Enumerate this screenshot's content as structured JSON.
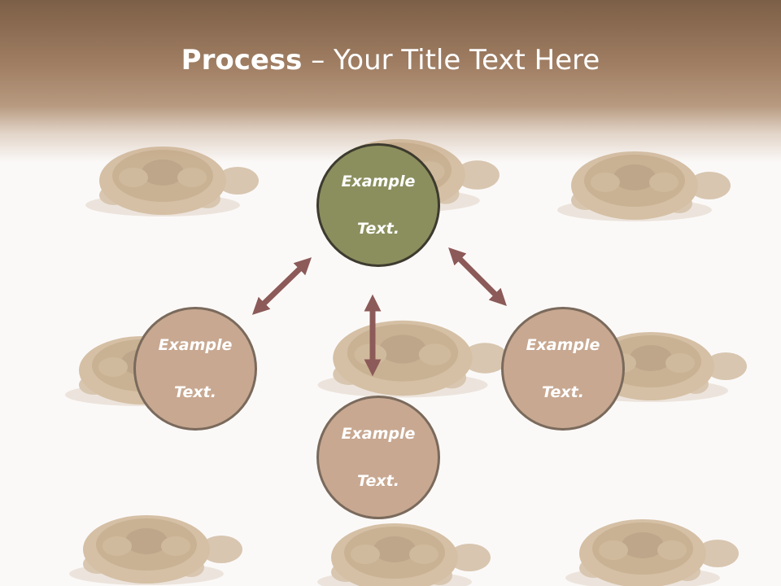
{
  "title": {
    "bold": "Process",
    "separator": " – ",
    "rest": "Your Title Text Here"
  },
  "nodes": {
    "center": {
      "line1": "Example",
      "line2": "Text."
    },
    "left": {
      "line1": "Example",
      "line2": "Text."
    },
    "bottom": {
      "line1": "Example",
      "line2": "Text."
    },
    "right": {
      "line1": "Example",
      "line2": "Text."
    }
  },
  "colors": {
    "header": "#a07e63",
    "center_fill": "#8b8f5e",
    "node_fill": "#c8a891",
    "arrow": "#8c5a58"
  },
  "icons": {
    "background": "tortoise-icon",
    "connector": "double-arrow-icon"
  }
}
